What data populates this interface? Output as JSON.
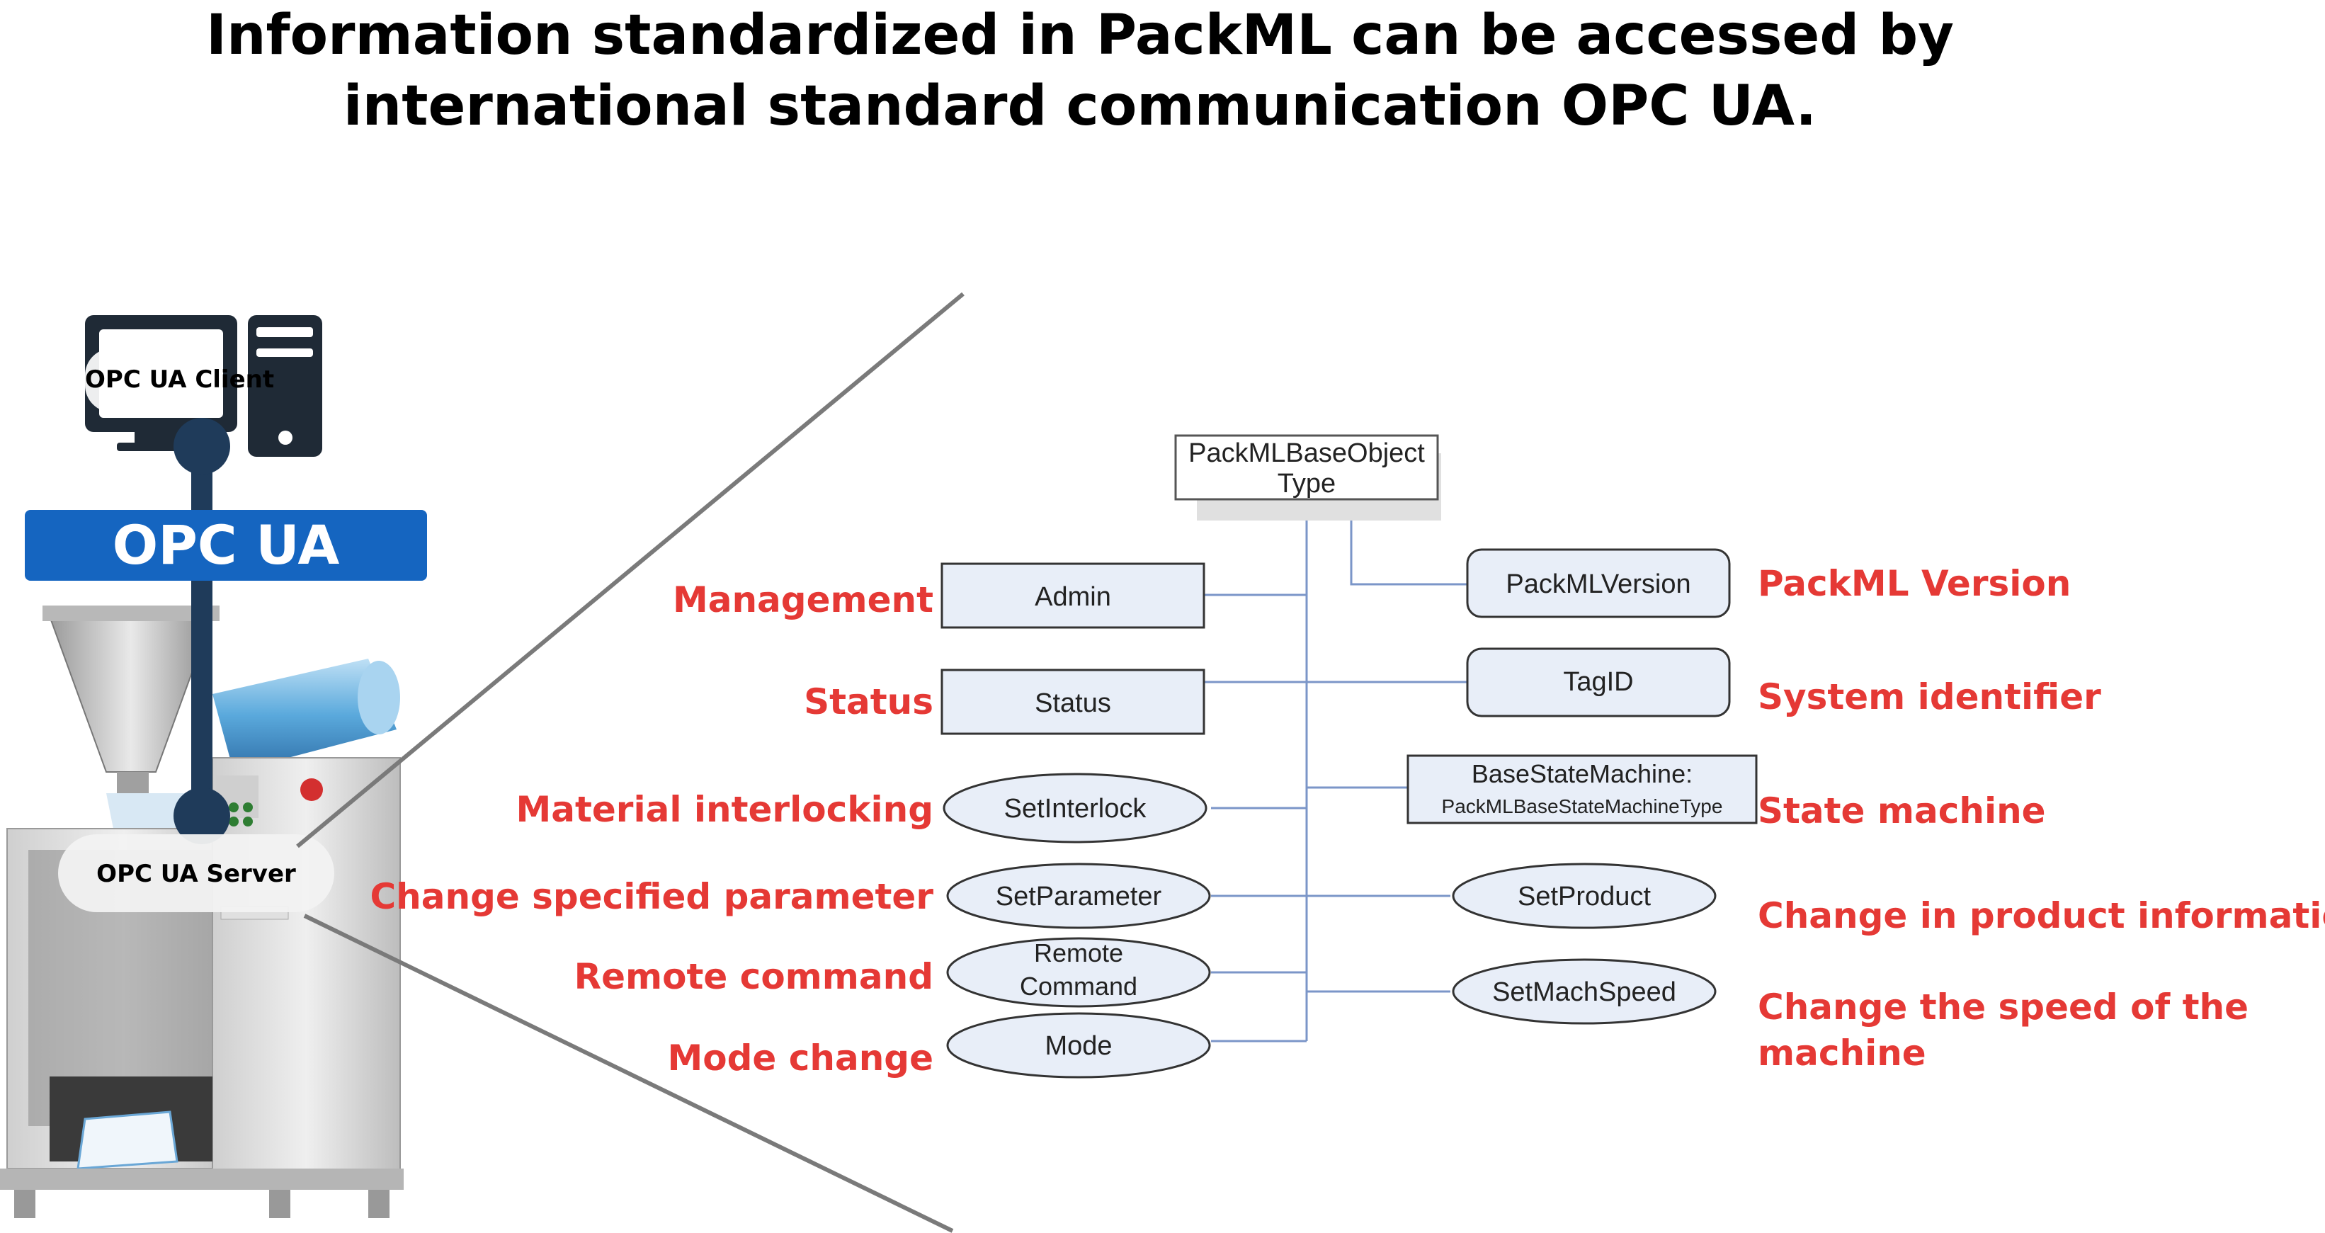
{
  "title": {
    "line1": "Information standardized in PackML can be accessed by",
    "line2": "international standard communication OPC UA."
  },
  "left_panel": {
    "client_label": "OPC UA Client",
    "banner_label": "OPC UA",
    "server_label": "OPC UA Server"
  },
  "tree": {
    "root": {
      "line1": "PackMLBaseObject",
      "line2": "Type"
    },
    "left_nodes": [
      {
        "text": "Admin",
        "shape": "rectangle",
        "annotation": "Management"
      },
      {
        "text": "Status",
        "shape": "rectangle",
        "annotation": "Status"
      },
      {
        "text": "SetInterlock",
        "shape": "ellipse",
        "annotation": "Material interlocking"
      },
      {
        "text": "SetParameter",
        "shape": "ellipse",
        "annotation": "Change specified parameter"
      },
      {
        "text_line1": "Remote",
        "text_line2": "Command",
        "shape": "ellipse",
        "annotation": "Remote command"
      },
      {
        "text": "Mode",
        "shape": "ellipse",
        "annotation": "Mode change"
      }
    ],
    "right_nodes": [
      {
        "text": "PackMLVersion",
        "shape": "rounded-rectangle",
        "annotation": "PackML Version"
      },
      {
        "text": "TagID",
        "shape": "rounded-rectangle",
        "annotation": "System identifier"
      },
      {
        "text_line1": "BaseStateMachine:",
        "text_line2": "PackMLBaseStateMachineType",
        "shape": "rectangle",
        "annotation": "State machine"
      },
      {
        "text": "SetProduct",
        "shape": "ellipse",
        "annotation": "Change in product information"
      },
      {
        "text": "SetMachSpeed",
        "shape": "ellipse",
        "annotation_line1": "Change the speed of the",
        "annotation_line2": "machine"
      }
    ]
  },
  "colors": {
    "annotation": "#e53935",
    "banner": "#1565c0",
    "node_fill": "#e8eef8",
    "connector": "#7b96c8",
    "client_dark": "#1f2a36"
  }
}
